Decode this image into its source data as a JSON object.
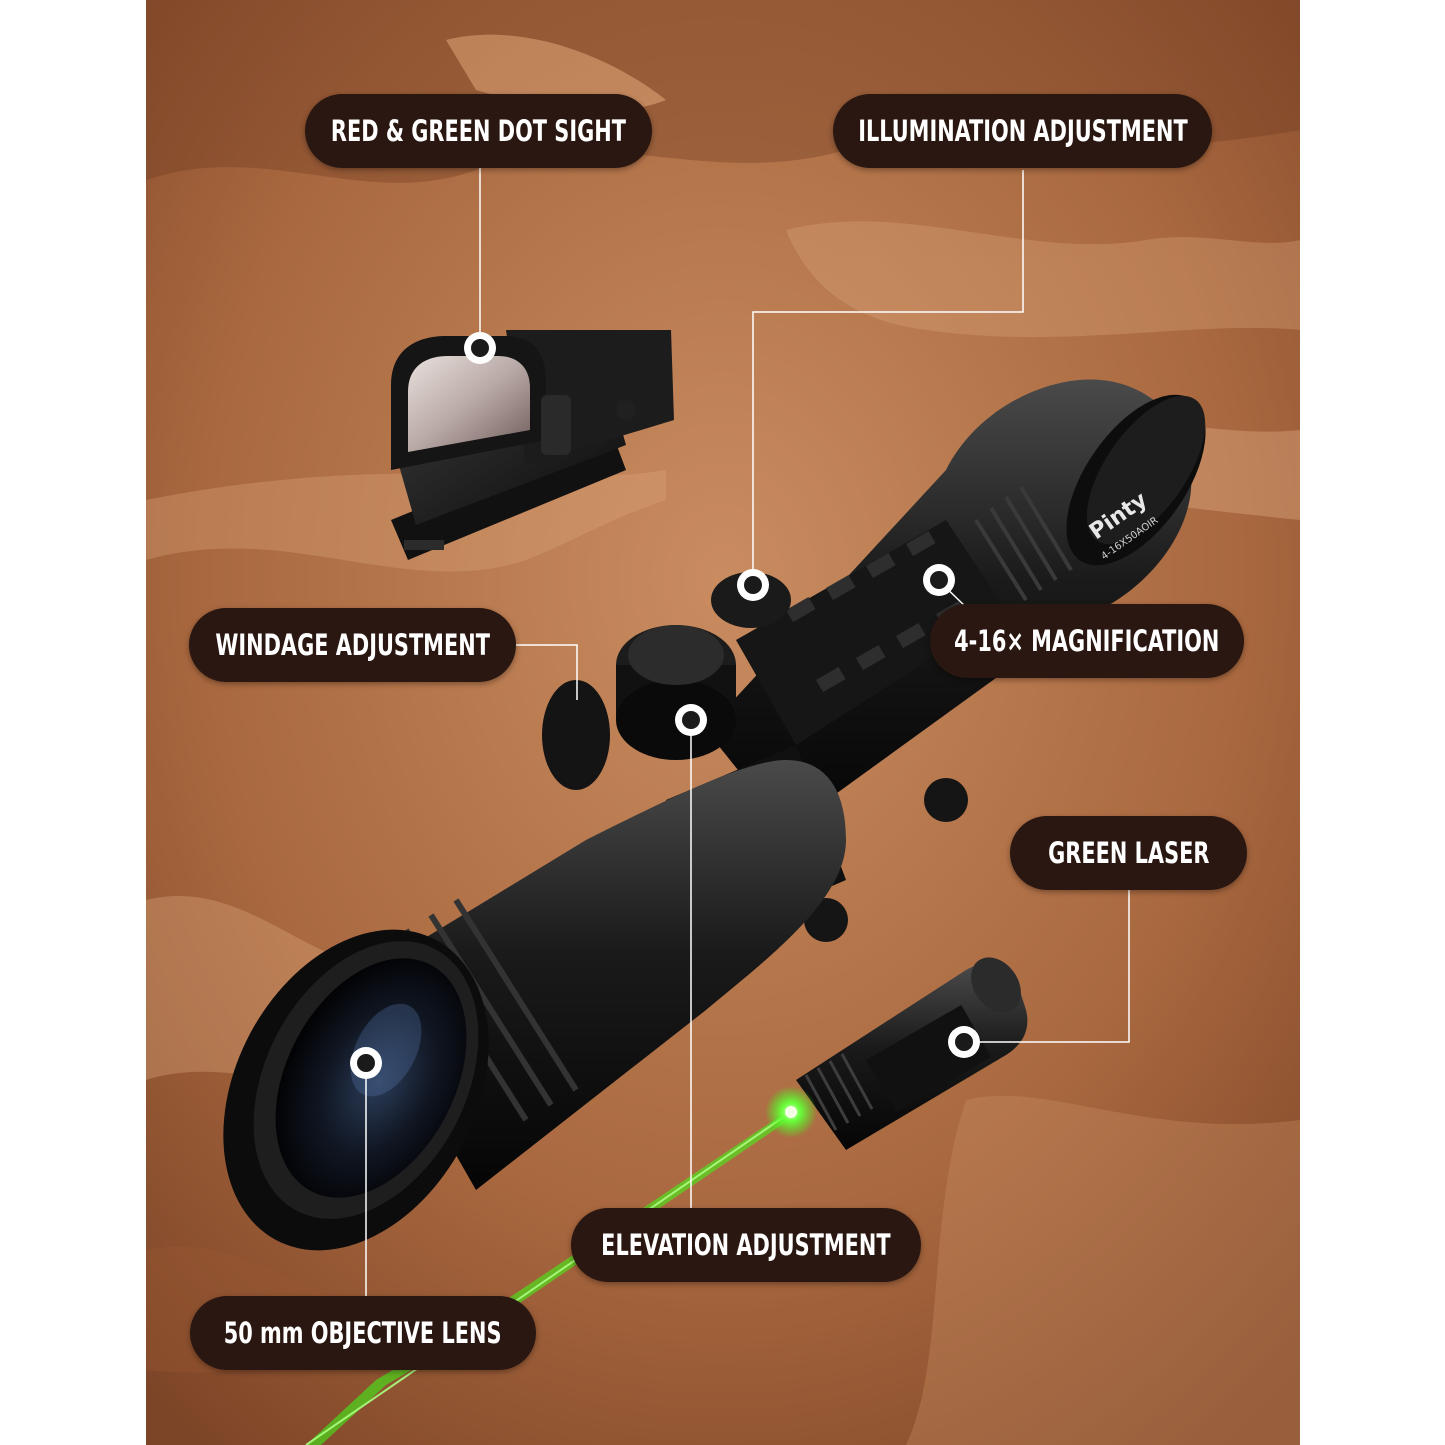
{
  "callouts": {
    "red_green_dot": "RED & GREEN DOT SIGHT",
    "illumination": "ILLUMINATION ADJUSTMENT",
    "windage": "WINDAGE ADJUSTMENT",
    "magnification": "4-16× MAGNIFICATION",
    "green_laser": "GREEN LASER",
    "elevation": "ELEVATION ADJUSTMENT",
    "objective_lens": "50 mm OBJECTIVE LENS"
  },
  "scope_brand": "Pinty",
  "scope_model": "4-16X50AOIR",
  "colors": {
    "pill": "#2a1711",
    "sand": "#b87a52",
    "laser": "#39ff14"
  }
}
